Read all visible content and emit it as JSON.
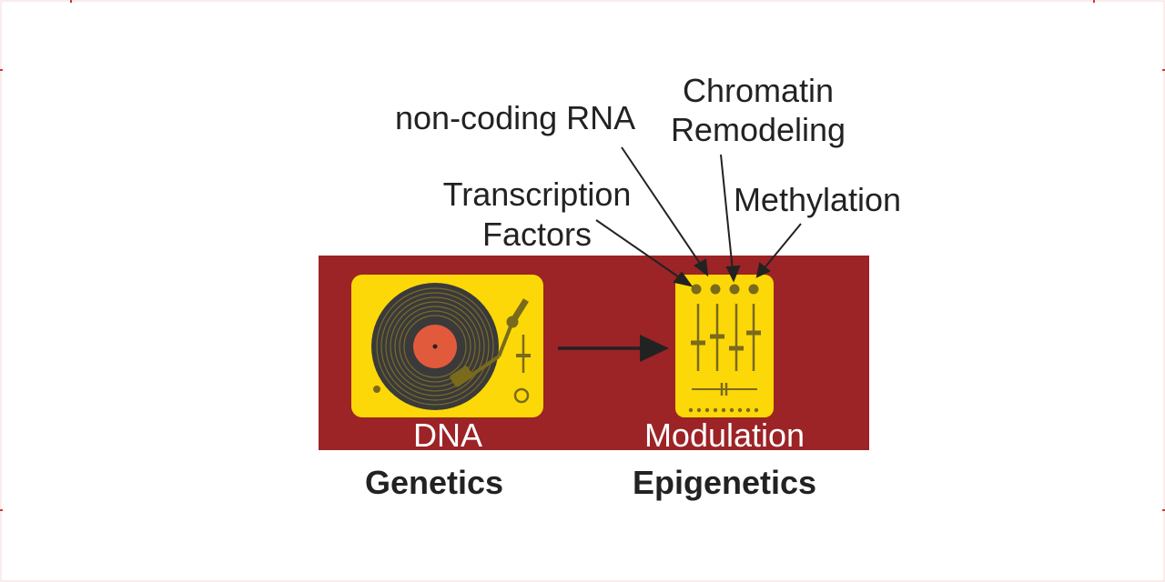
{
  "colors": {
    "panel": "#9c2326",
    "device": "#fcd808",
    "record": "#3a3a3a",
    "groove": "#807030",
    "label": "#e25a3c",
    "mechanism": "#7a6a1c",
    "text": "#222222",
    "border_mark": "#c83a3a"
  },
  "labels": {
    "non_coding_rna": "non-coding RNA",
    "chromatin_line1": "Chromatin",
    "chromatin_line2": "Remodeling",
    "transcription_line1": "Transcription",
    "transcription_line2": "Factors",
    "methylation": "Methylation",
    "dna": "DNA",
    "modulation": "Modulation",
    "genetics": "Genetics",
    "epigenetics": "Epigenetics"
  },
  "icons": {
    "turntable": "turntable-icon",
    "mixer": "mixer-icon",
    "arrow": "arrow-right-icon"
  }
}
